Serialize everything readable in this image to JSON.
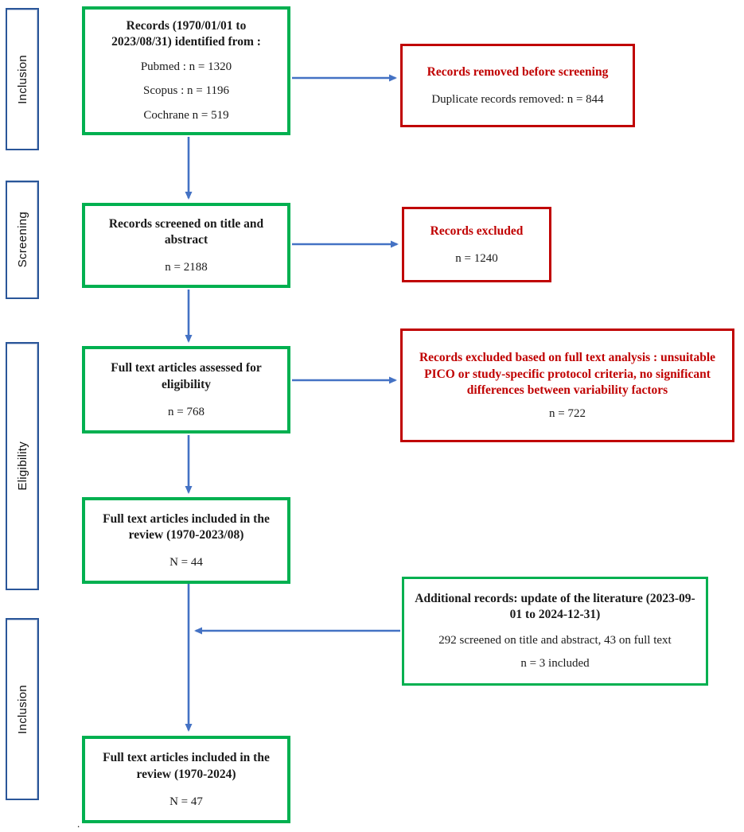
{
  "palette": {
    "green": "#00B050",
    "red": "#C00000",
    "arrow_blue": "#4472C4",
    "stage_border": "#2A5699"
  },
  "stages": [
    {
      "label": "Inclusion"
    },
    {
      "label": "Screening"
    },
    {
      "label": "Eligibility"
    },
    {
      "label": "Inclusion"
    }
  ],
  "flow": {
    "identified": {
      "title": "Records (1970/01/01 to 2023/08/31) identified from :",
      "lines": [
        "Pubmed : n = 1320",
        "Scopus : n = 1196",
        "Cochrane n = 519"
      ]
    },
    "screened": {
      "title": "Records screened on title and abstract",
      "count": "n = 2188"
    },
    "fulltext_assessed": {
      "title": "Full text articles assessed for eligibility",
      "count": "n = 768"
    },
    "included_first": {
      "title": "Full text articles included in the review (1970-2023/08)",
      "count": "N = 44"
    },
    "included_final": {
      "title": "Full text articles included in the review (1970-2024)",
      "count": "N = 47"
    }
  },
  "exclusions": {
    "removed_before_screening": {
      "title": "Records removed before screening",
      "line": "Duplicate records removed: n = 844"
    },
    "records_excluded": {
      "title": "Records excluded",
      "count": "n = 1240"
    },
    "fulltext_excluded": {
      "title": "Records excluded based on full text analysis : unsuitable PICO or study-specific protocol criteria, no significant differences between variability factors",
      "count": "n = 722"
    }
  },
  "additional_records": {
    "title": "Additional records: update of the literature (2023-09-01 to 2024-12-31)",
    "lines": [
      "292 screened on title and abstract, 43 on full text",
      "n = 3 included"
    ]
  },
  "footnote": "."
}
